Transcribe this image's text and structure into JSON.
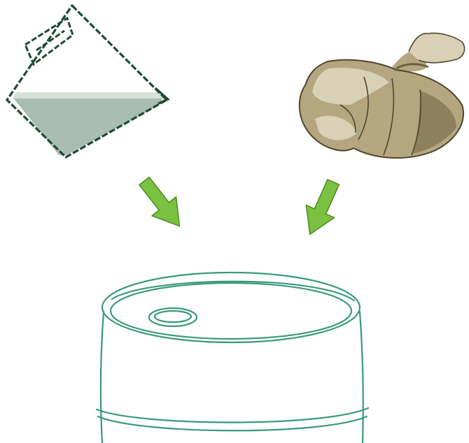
{
  "diagram": {
    "items": [
      {
        "id": "liquid-container",
        "icon": "tilted-jug-icon",
        "fill_level": 0.45
      },
      {
        "id": "sack",
        "icon": "cloth-sack-icon"
      },
      {
        "id": "drum",
        "icon": "drum-barrel-icon"
      }
    ],
    "arrows": [
      {
        "id": "arrow-left",
        "from": "liquid-container",
        "to": "drum"
      },
      {
        "id": "arrow-right",
        "from": "sack",
        "to": "drum"
      }
    ]
  },
  "colors": {
    "background": "#ffffff",
    "outline_dark": "#1f4a36",
    "liquid": "#a9bdb2",
    "liquid_surface": "#d6e1da",
    "arrow": "#7ac142",
    "arrow_edge": "#4d8a1f",
    "drum_line": "#3a9a78",
    "sack_light": "#d9d1b6",
    "sack_mid": "#b4a67e",
    "sack_dark": "#6e6140",
    "sack_outline": "#4f4530"
  }
}
